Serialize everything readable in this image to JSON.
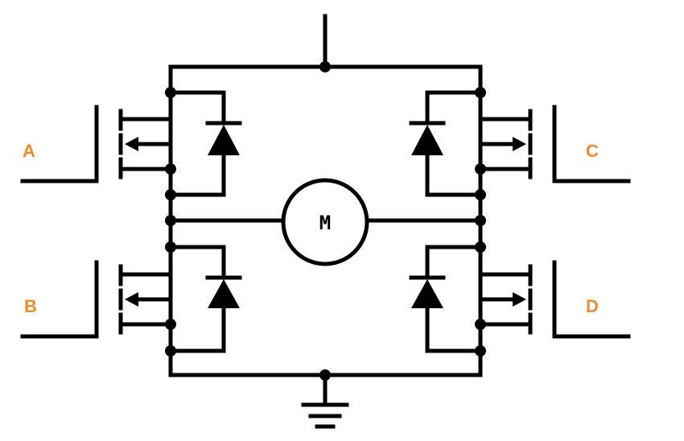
{
  "diagram": {
    "label_color": "#F08A2A",
    "motor": {
      "label": "M"
    },
    "gate_labels": {
      "a": "A",
      "b": "B",
      "c": "C",
      "d": "D"
    }
  }
}
